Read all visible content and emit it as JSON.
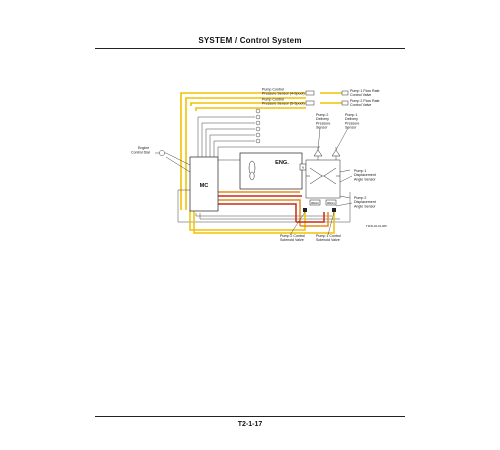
{
  "page": {
    "header": "SYSTEM / Control System",
    "footer": "T2-1-17"
  },
  "diagram": {
    "boxes": {
      "mc": "MC",
      "engine": "ENG.",
      "n_sensor": "N",
      "reg_2": "REG2",
      "reg_1": "REG1"
    },
    "labels": {
      "engine_control_dial": [
        "Engine",
        "Control Dial"
      ],
      "sensor_a": [
        "Pump Control",
        "Pressure Sensor (4-Spool)"
      ],
      "sensor_b": [
        "Pump Control",
        "Pressure Sensor (5-Spool)"
      ],
      "pump1_flow_a": [
        "Pump 1 Flow Rate",
        "Control Valve"
      ],
      "pump1_flow_b": [
        "Pump 2 Flow Rate",
        "Control Valve"
      ],
      "pump2_delivery": [
        "Pump 2",
        "Delivery",
        "Pressure",
        "Sensor"
      ],
      "pump1_delivery": [
        "Pump 1",
        "Delivery",
        "Pressure",
        "Sensor"
      ],
      "pump1_angle": [
        "Pump 1",
        "Displacement",
        "Angle Sensor"
      ],
      "pump2_angle": [
        "Pump 2",
        "Displacement",
        "Angle Sensor"
      ],
      "pump2_solenoid": [
        "Pump 2 Control",
        "Solenoid Valve"
      ],
      "pump1_solenoid": [
        "Pump 1 Control",
        "Solenoid Valve"
      ],
      "figure_code": "T1FD-02-01-005"
    },
    "colors": {
      "wire": "#444444",
      "yellow": "#f2c100",
      "orange": "#e8891c",
      "red": "#cc2a14"
    }
  }
}
